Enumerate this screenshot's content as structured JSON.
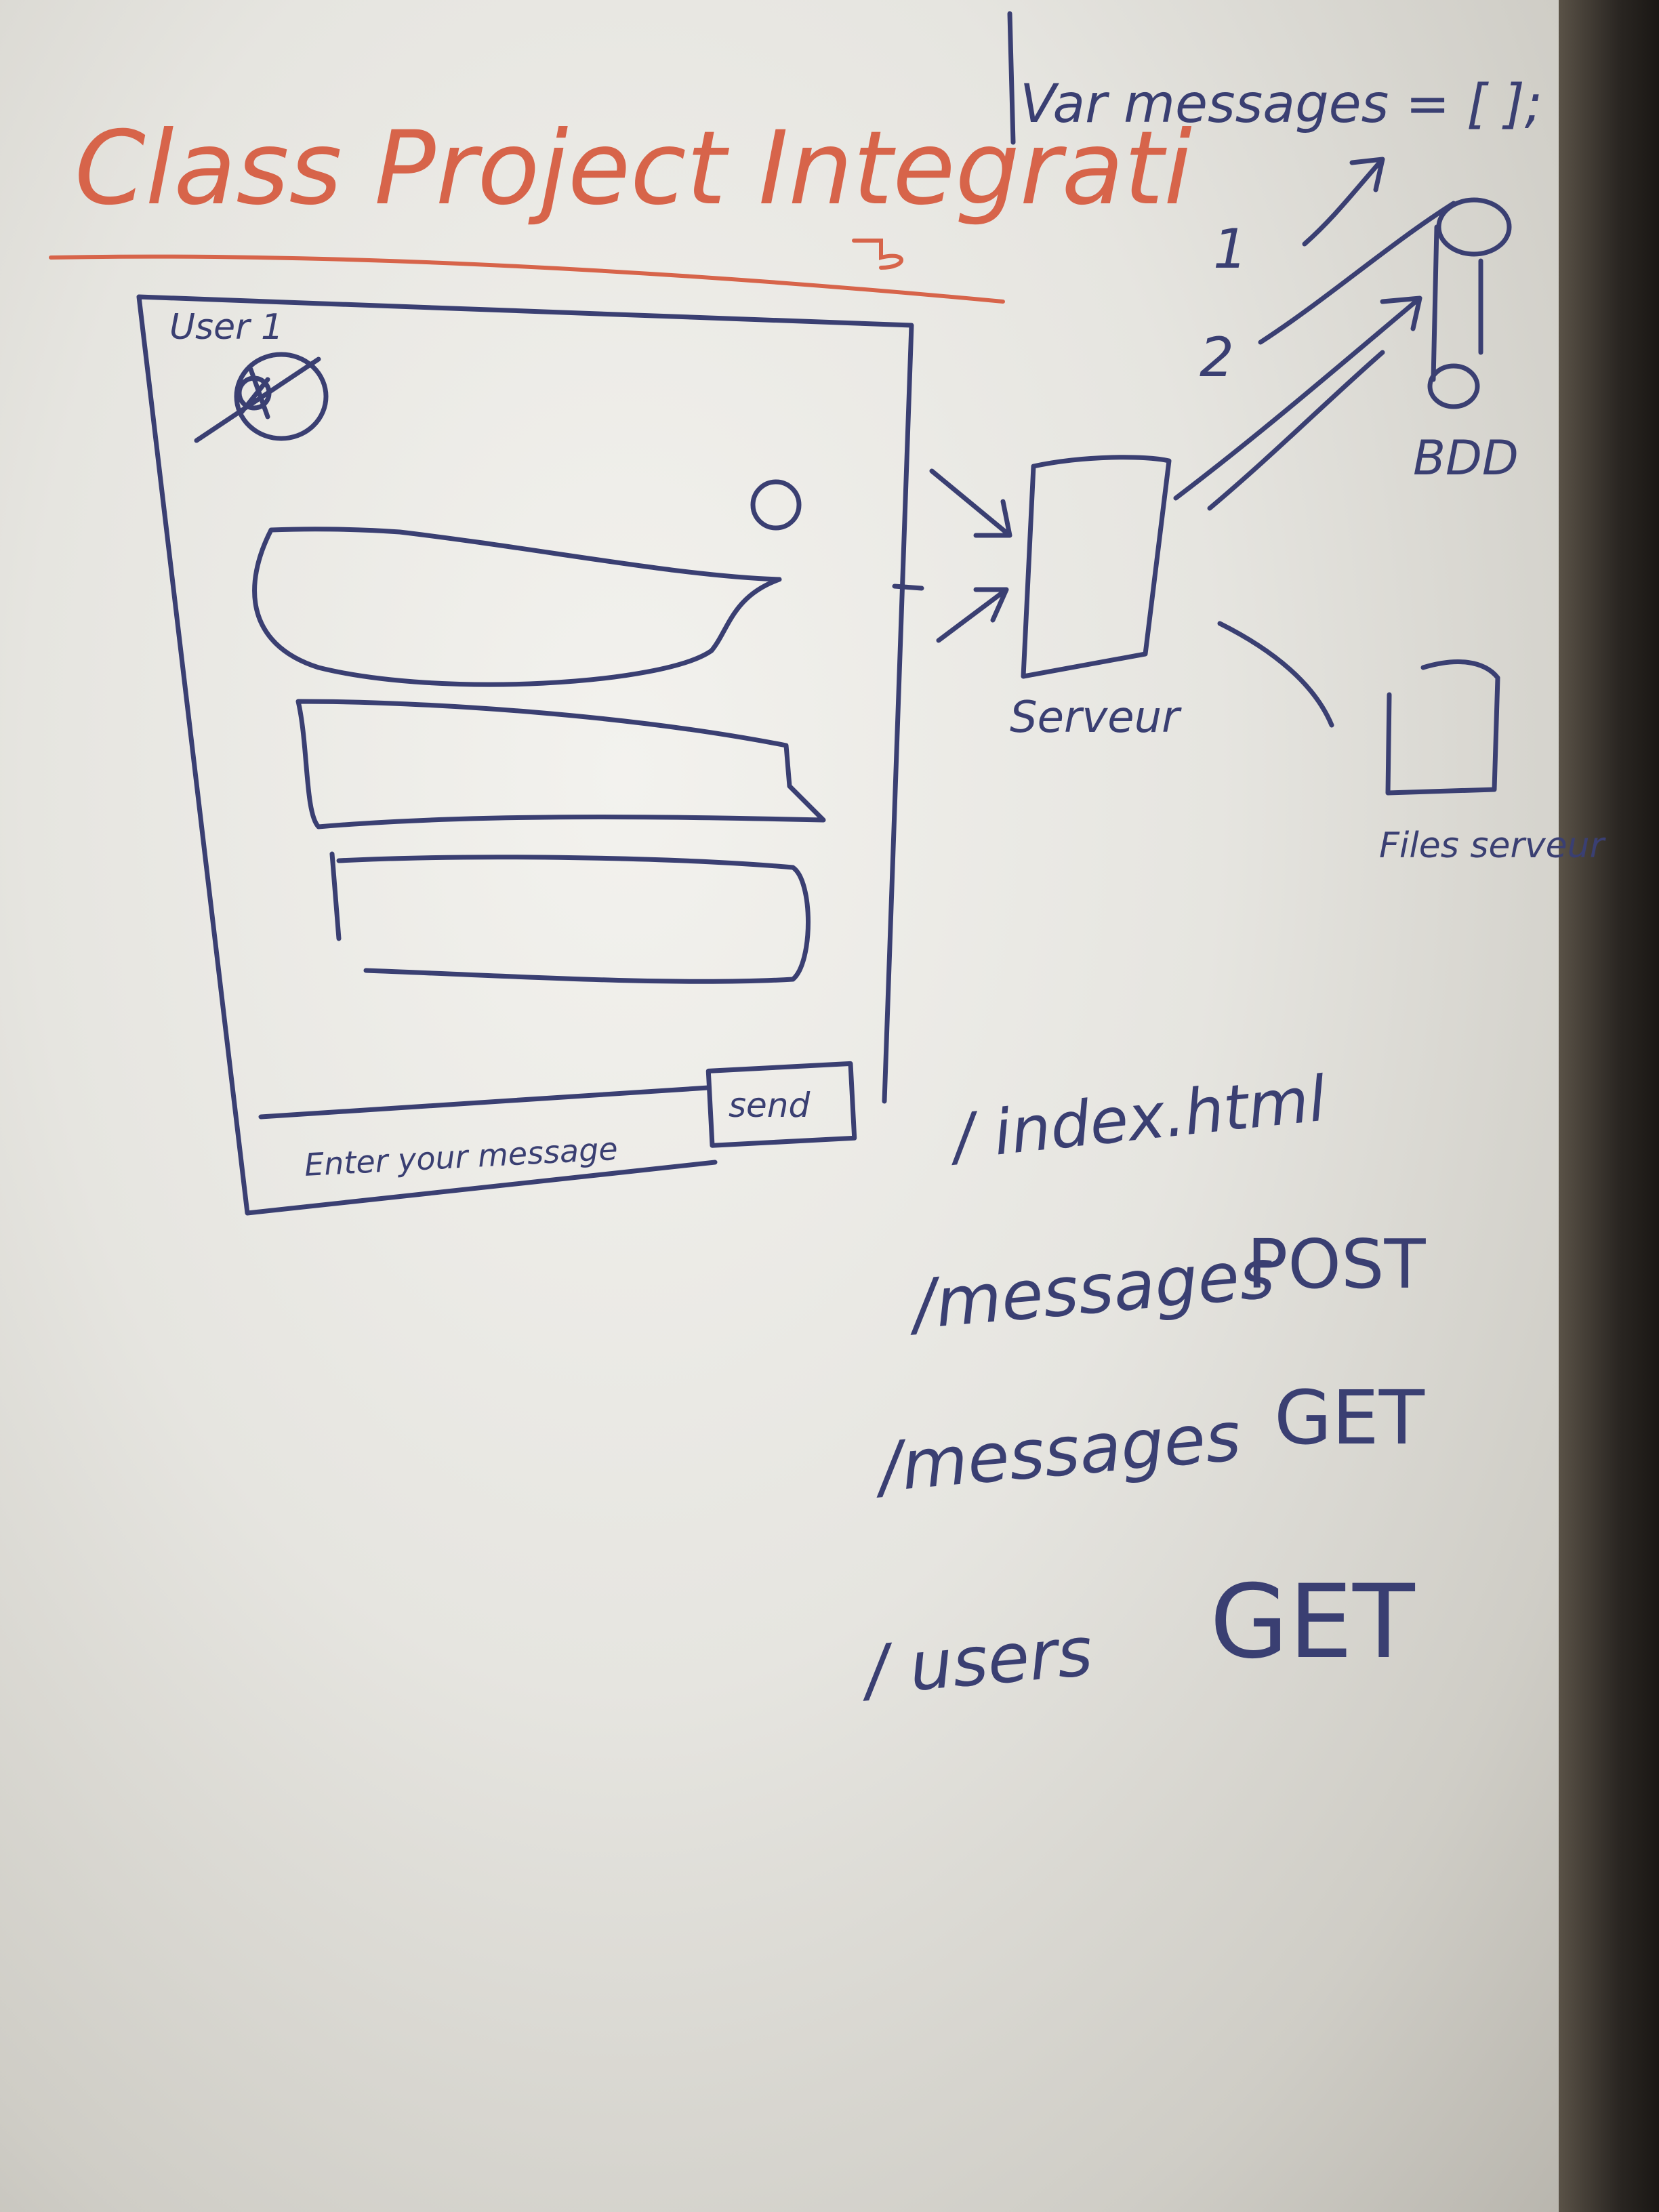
{
  "title": "Class Project Integrati",
  "ui_mockup": {
    "user_label": "User 1",
    "message_input_placeholder": "Enter your message",
    "send_button_label": "send"
  },
  "architecture": {
    "server_label": "Serveur",
    "database_label": "BDD",
    "file_server_label": "Files serveur",
    "variable_declaration": "Var messages = [ ];",
    "step_labels": [
      "1",
      "2"
    ]
  },
  "routes": [
    {
      "path": "/ index.html",
      "method": ""
    },
    {
      "path": "/messages",
      "method": "POST"
    },
    {
      "path": "/messages",
      "method": "GET"
    },
    {
      "path": "/ users",
      "method": "GET"
    }
  ],
  "colors": {
    "ink_blue": "#3a3f72",
    "ink_red": "#d7644a",
    "board": "#ecebe6"
  }
}
